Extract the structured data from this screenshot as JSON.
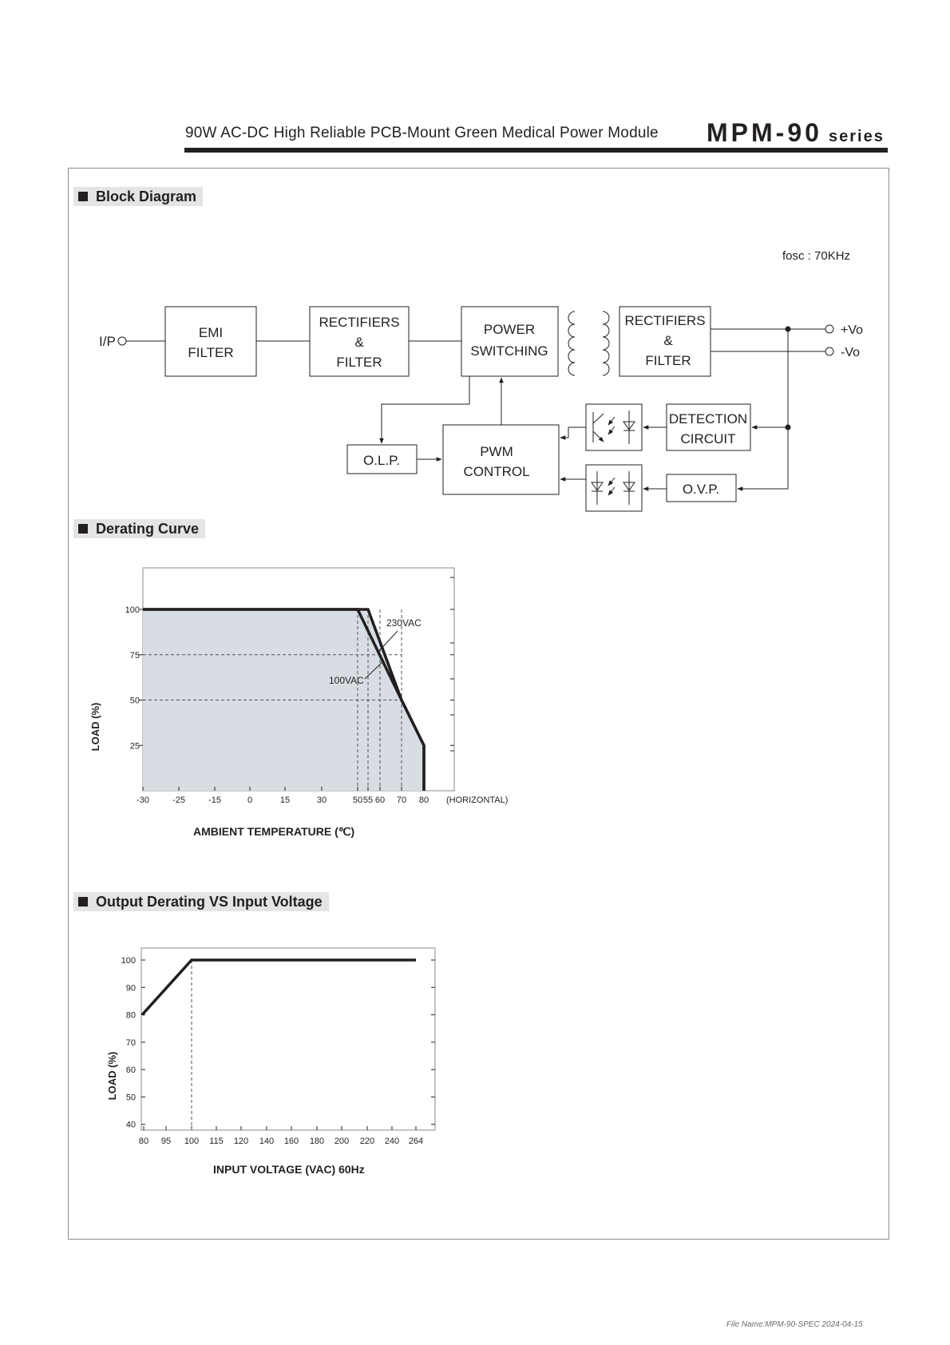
{
  "header": {
    "title": "90W  AC-DC High Reliable PCB-Mount Green Medical Power Module",
    "model": "MPM-90",
    "series": "series"
  },
  "block_diagram": {
    "section_title": "Block Diagram",
    "fosc": "fosc : 70KHz",
    "input_label": "I/P",
    "emi_filter": [
      "EMI",
      "FILTER"
    ],
    "rectifiers_in": [
      "RECTIFIERS",
      "&",
      "FILTER"
    ],
    "power_switching": [
      "POWER",
      "SWITCHING"
    ],
    "rectifiers_out": [
      "RECTIFIERS",
      "&",
      "FILTER"
    ],
    "detection": [
      "DETECTION",
      "CIRCUIT"
    ],
    "pwm": [
      "PWM",
      "CONTROL"
    ],
    "olp": "O.L.P.",
    "ovp": "O.V.P.",
    "vo_plus": "+Vo",
    "vo_minus": "-Vo"
  },
  "derating": {
    "section_title": "Derating Curve",
    "annot_230": "230VAC",
    "annot_100": "100VAC",
    "horizontal": "(HORIZONTAL)",
    "ylabel": "LOAD (%)",
    "xlabel": "AMBIENT TEMPERATURE (℃)"
  },
  "output_derating": {
    "section_title": "Output Derating VS Input Voltage",
    "ylabel": "LOAD (%)",
    "xlabel": "INPUT VOLTAGE (VAC) 60Hz"
  },
  "chart_data": [
    {
      "type": "line",
      "x_ticks": [
        "-30",
        "-25",
        "-15",
        "0",
        "15",
        "30",
        "50",
        "55",
        "60",
        "70",
        "80"
      ],
      "y_ticks": [
        "25",
        "50",
        "75",
        "100"
      ],
      "series": [
        {
          "name": "230VAC",
          "x": [
            "-30",
            "55",
            "70",
            "80",
            "80"
          ],
          "y": [
            100,
            100,
            50,
            25,
            0
          ]
        },
        {
          "name": "100VAC",
          "x": [
            "-30",
            "50",
            "70",
            "80",
            "80"
          ],
          "y": [
            100,
            100,
            50,
            25,
            0
          ]
        }
      ],
      "shaded_area": true,
      "xlabel": "AMBIENT TEMPERATURE (℃)",
      "ylabel": "LOAD (%)"
    },
    {
      "type": "line",
      "x_ticks": [
        "80",
        "95",
        "100",
        "115",
        "120",
        "140",
        "160",
        "180",
        "200",
        "220",
        "240",
        "264"
      ],
      "y_ticks": [
        "40",
        "50",
        "60",
        "70",
        "80",
        "90",
        "100"
      ],
      "series": [
        {
          "x": [
            "80",
            "100",
            "264"
          ],
          "y": [
            80,
            100,
            100
          ]
        }
      ],
      "xlabel": "INPUT VOLTAGE (VAC) 60Hz",
      "ylabel": "LOAD (%)"
    }
  ],
  "footer": "File Name:MPM-90-SPEC   2024-04-15"
}
